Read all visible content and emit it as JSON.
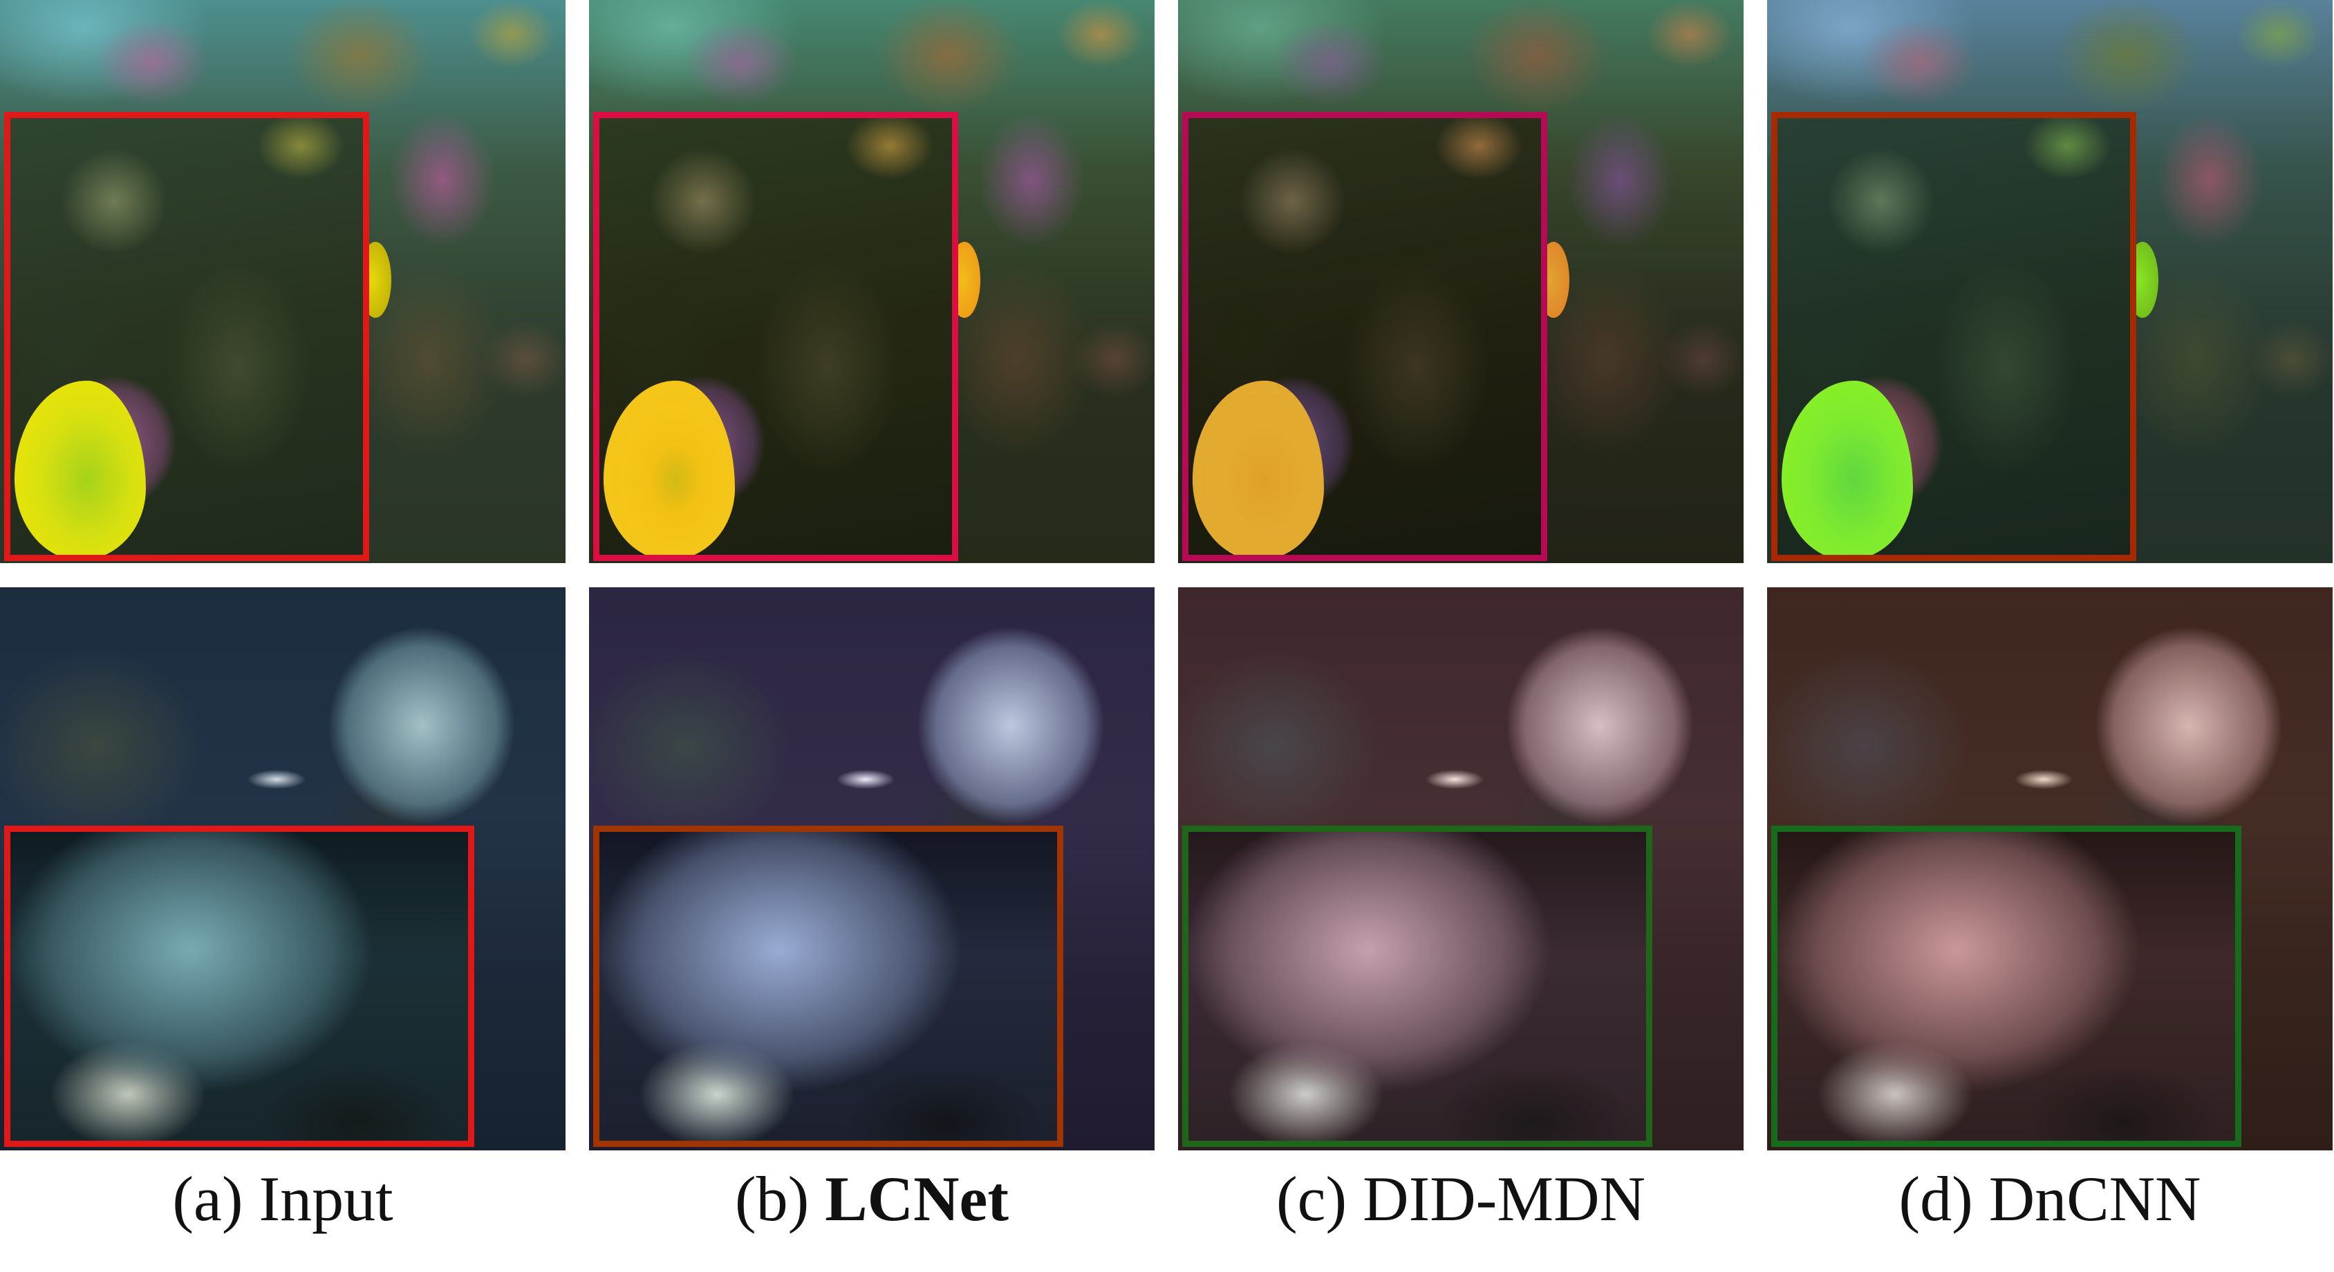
{
  "columns": [
    {
      "caption_prefix": "(a)",
      "caption_name": "Input",
      "emphasis": false
    },
    {
      "caption_prefix": "(b)",
      "caption_name": "LCNet",
      "emphasis": true
    },
    {
      "caption_prefix": "(c)",
      "caption_name": "DID-MDN",
      "emphasis": false
    },
    {
      "caption_prefix": "(d)",
      "caption_name": "DnCNN",
      "emphasis": false
    }
  ],
  "rows": [
    {
      "scene": "coral-reef-with-yellow-fish"
    },
    {
      "scene": "underwater-wreck-with-diver"
    }
  ],
  "colors": {
    "zoom_box_border": "#e01818",
    "background": "#ffffff",
    "caption_text": "#111111"
  }
}
